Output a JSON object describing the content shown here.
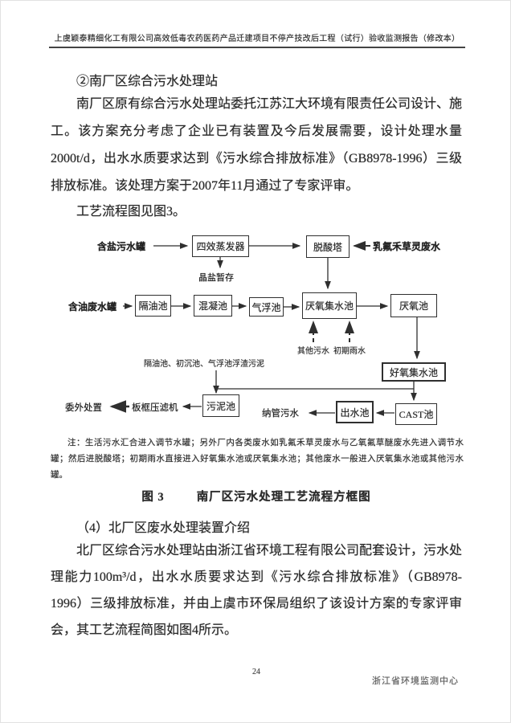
{
  "header": {
    "title": "上虞颖泰精细化工有限公司高效低毒农药医药产品迁建项目不停产技改后工程（试行）验收监测报告（修改本）"
  },
  "content": {
    "para_heading_south": "②南厂区综合污水处理站",
    "para_south_body": "南厂区原有综合污水处理站委托江苏江大环境有限责任公司设计、施工。该方案充分考虑了企业已有装置及今后发展需要，设计处理水量2000t/d，出水水质要求达到《污水综合排放标准》（GB8978-1996）三级排放标准。该处理方案于2007年11月通过了专家评审。",
    "para_flow_ref": "工艺流程图见图3。",
    "note": "注：生活污水汇合进入调节水罐；另外厂内各类废水如乳氟禾草灵废水与乙氧氟草醚废水先进入调节水罐；然后进脱酸塔；初期雨水直接进入好氧集水池或厌氧集水池；其他废水一般进入厌氧集水池或其他污水罐。",
    "figure_caption_no": "图 3",
    "figure_caption_title": "南厂区污水处理工艺流程方框图",
    "para_heading_north": "（4）北厂区废水处理装置介绍",
    "para_north_body": "北厂区综合污水处理站由浙江省环境工程有限公司配套设计，污水处理能力100m³/d，出水水质要求达到《污水综合排放标准》（GB8978-1996）三级排放标准，并由上虞市环保局组织了该设计方案的专家评审会，其工艺流程简图如图4所示。"
  },
  "flowchart": {
    "salt_water_tank": "含盐污水罐",
    "evaporator": "四效蒸发器",
    "crystal_storage": "晶盐暂存",
    "deacid_tower": "脱酸塔",
    "lactofen_wastewater": "乳氟禾草灵废水",
    "oily_water_tank": "含油废水罐",
    "oil_separator": "隔油池",
    "coagulation_tank": "混凝池",
    "air_flotation_tank": "气浮池",
    "anaerobic_collect_tank": "厌氧集水池",
    "anaerobic_tank": "厌氧池",
    "other_wastewater": "其他污水",
    "initial_rainwater": "初期雨水",
    "sludge_sources": "隔油池、初沉池、气浮池浮渣污泥",
    "aerobic_collect_tank": "好氧集水池",
    "cast_tank": "CAST池",
    "outlet_tank": "出水池",
    "pipe_discharge": "纳管污水",
    "sludge_tank": "污泥池",
    "filter_press": "板框压滤机",
    "outsourced_disposal": "委外处置"
  },
  "footer": {
    "page_number": "24",
    "organization": "浙江省环境监测中心"
  },
  "colors": {
    "ink": "#2a2a2a",
    "line": "#2f2f2f",
    "page": "#ffffff"
  }
}
